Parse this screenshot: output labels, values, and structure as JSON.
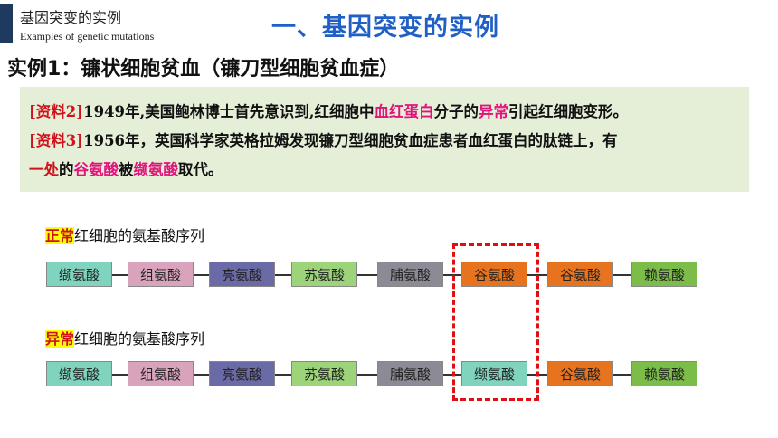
{
  "header": {
    "brand_zh": "基因突变的实例",
    "brand_en": "Examples of genetic mutations",
    "title": "一、基因突变的实例"
  },
  "subtitle": "实例1：镰状细胞贫血（镰刀型细胞贫血症）",
  "info": {
    "m2_tag": "[资料2]",
    "m2_a": "1949年,美国鲍林博士首先意识到,红细胞中",
    "m2_hb": "血红蛋白",
    "m2_b": "分子的",
    "m2_abn": "异常",
    "m2_c": "引起红细胞变形。",
    "m3_tag": "[资料3]",
    "m3_a": "1956年，英国科学家英格拉姆发现镰刀型细胞贫血症患者血红蛋白的肽链上，有",
    "m3_one": "一处",
    "m3_b": "的",
    "m3_glu": "谷氨酸",
    "m3_c": "被",
    "m3_val": "缬氨酸",
    "m3_d": "取代。"
  },
  "normal": {
    "tag": "正常",
    "label": "红细胞的氨基酸序列",
    "acids": [
      {
        "name": "缬氨酸",
        "color": "#7fd3bf"
      },
      {
        "name": "组氨酸",
        "color": "#d9a3bd"
      },
      {
        "name": "亮氨酸",
        "color": "#6a6aa6"
      },
      {
        "name": "苏氨酸",
        "color": "#9dd47a"
      },
      {
        "name": "脯氨酸",
        "color": "#8c8a94"
      },
      {
        "name": "谷氨酸",
        "color": "#e8731f"
      },
      {
        "name": "谷氨酸",
        "color": "#e8731f"
      },
      {
        "name": "赖氨酸",
        "color": "#7cbd49"
      }
    ]
  },
  "abnormal": {
    "tag": "异常",
    "label": "红细胞的氨基酸序列",
    "acids": [
      {
        "name": "缬氨酸",
        "color": "#7fd3bf"
      },
      {
        "name": "组氨酸",
        "color": "#d9a3bd"
      },
      {
        "name": "亮氨酸",
        "color": "#6a6aa6"
      },
      {
        "name": "苏氨酸",
        "color": "#9dd47a"
      },
      {
        "name": "脯氨酸",
        "color": "#8c8a94"
      },
      {
        "name": "缬氨酸",
        "color": "#7fd3bf"
      },
      {
        "name": "谷氨酸",
        "color": "#e8731f"
      },
      {
        "name": "赖氨酸",
        "color": "#7cbd49"
      }
    ]
  }
}
